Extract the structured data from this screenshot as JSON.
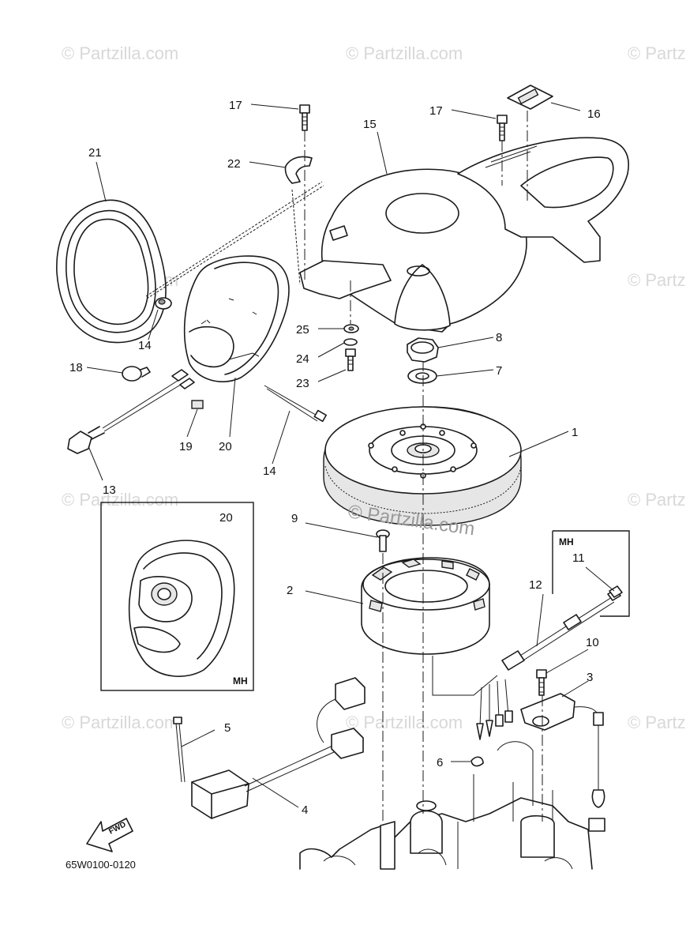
{
  "diagram": {
    "watermark": "© Partzilla.com",
    "center_watermark": "© Partzilla.com",
    "part_code": "65W0100-0120",
    "inset_label": "MH",
    "inset_label_right": "MH",
    "fwd_label": "FWD",
    "callouts": {
      "c1": "1",
      "c2": "2",
      "c3": "3",
      "c4": "4",
      "c5": "5",
      "c6": "6",
      "c7": "7",
      "c8": "8",
      "c9": "9",
      "c10": "10",
      "c11": "11",
      "c12": "12",
      "c13": "13",
      "c14a": "14",
      "c14b": "14",
      "c15": "15",
      "c16": "16",
      "c17a": "17",
      "c17b": "17",
      "c18": "18",
      "c19": "19",
      "c20a": "20",
      "c20b": "20",
      "c21": "21",
      "c22": "22",
      "c23": "23",
      "c24": "24",
      "c25": "25"
    }
  }
}
